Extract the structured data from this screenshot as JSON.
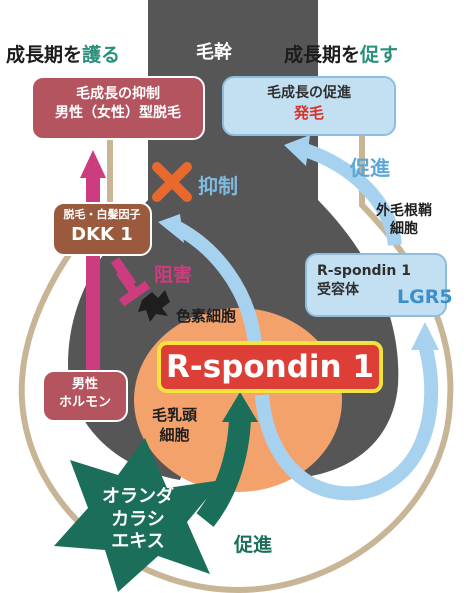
{
  "header": {
    "left_prefix": "成長期を",
    "left_accent": "護る",
    "right_prefix": "成長期を",
    "right_accent": "促す"
  },
  "labels": {
    "hair_shaft": "毛幹",
    "inhibit": "抑制",
    "promote_top": "促進",
    "outer_sheath": "外毛根鞘\n細胞",
    "block": "阻害",
    "melanocyte": "色素細胞",
    "papilla": "毛乳頭\n細胞",
    "promote_bottom": "促進"
  },
  "boxes": {
    "suppress_title": "毛成長の抑制",
    "suppress_sub": "男性（女性）型脱毛",
    "promote_title": "毛成長の促進",
    "promote_sub": "発毛",
    "dkk_small": "脱毛・白髪因子",
    "dkk_big": "DKK 1",
    "receptor_line1": "R-spondin 1",
    "receptor_line2": "受容体",
    "receptor_big": "LGR5",
    "hormone": "男性\nホルモン",
    "center": "R-spondin 1"
  },
  "star": {
    "text": "オランダ\nカラシ\nエキス"
  },
  "colors": {
    "gray_hair": "#565656",
    "outline_tan": "#c8b596",
    "pink_arrow": "#cc3c7e",
    "blue_arrow": "#a7d2ef",
    "teal": "#1b6f5a",
    "orange_cross": "#e8692e",
    "papilla_orange": "#f4a26c",
    "red_box": "#b3545f",
    "center_red": "#dd3f37",
    "center_border": "#f3e33b"
  },
  "icons": [
    "inhibit-cross-icon",
    "block-t-icon",
    "melanocyte-blob-icon"
  ]
}
